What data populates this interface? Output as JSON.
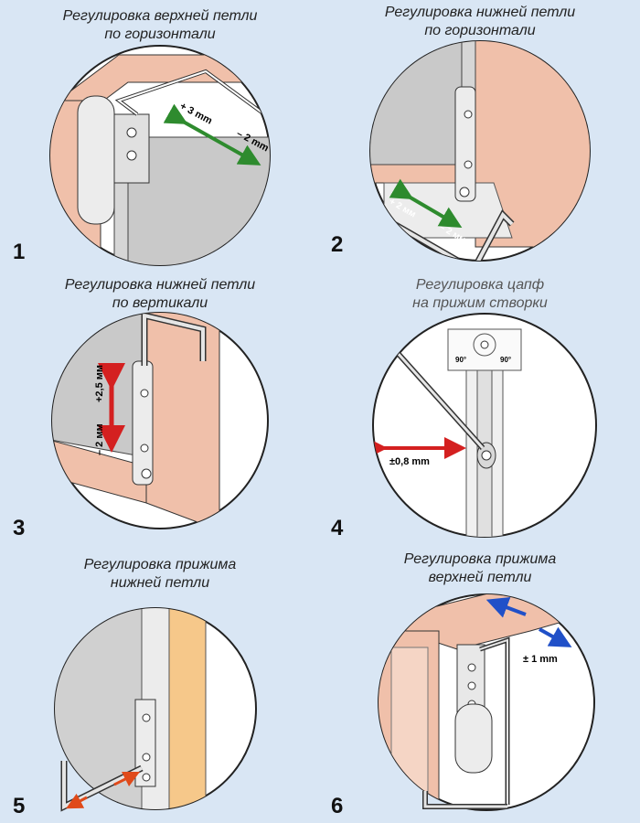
{
  "panels": [
    {
      "number": "1",
      "title_line1": "Регулировка верхней петли",
      "title_line2": "по горизонтали",
      "label_plus": "+ 3 mm",
      "label_minus": "– 2 mm"
    },
    {
      "number": "2",
      "title_line1": "Регулировка нижней петли",
      "title_line2": "по горизонтали",
      "label_plus": "+ 2 мм",
      "label_minus": "– 2 мм"
    },
    {
      "number": "3",
      "title_line1": "Регулировка нижней петли",
      "title_line2": "по вертикали",
      "label_plus": "+2,5 мм",
      "label_minus": "– 2 мм"
    },
    {
      "number": "4",
      "title_line1": "Регулировка цапф",
      "title_line2": "на прижим створки",
      "label_angle_left": "90°",
      "label_angle_right": "90°",
      "label_offset": "±0,8 mm"
    },
    {
      "number": "5",
      "title_line1": "Регулировка прижима",
      "title_line2": "нижней петли"
    },
    {
      "number": "6",
      "title_line1": "Регулировка прижима",
      "title_line2": "верхней петли",
      "label_offset": "± 1 mm"
    }
  ],
  "colors": {
    "background": "#d9e6f4",
    "frame_pink": "#f0c0aa",
    "wall_gray": "#c9c9c9",
    "arrow_green": "#2e8b2e",
    "arrow_red": "#d42020",
    "arrow_blue": "#2050c8",
    "arrow_orange": "#e04a1a",
    "wood_orange": "#f6c88a"
  }
}
